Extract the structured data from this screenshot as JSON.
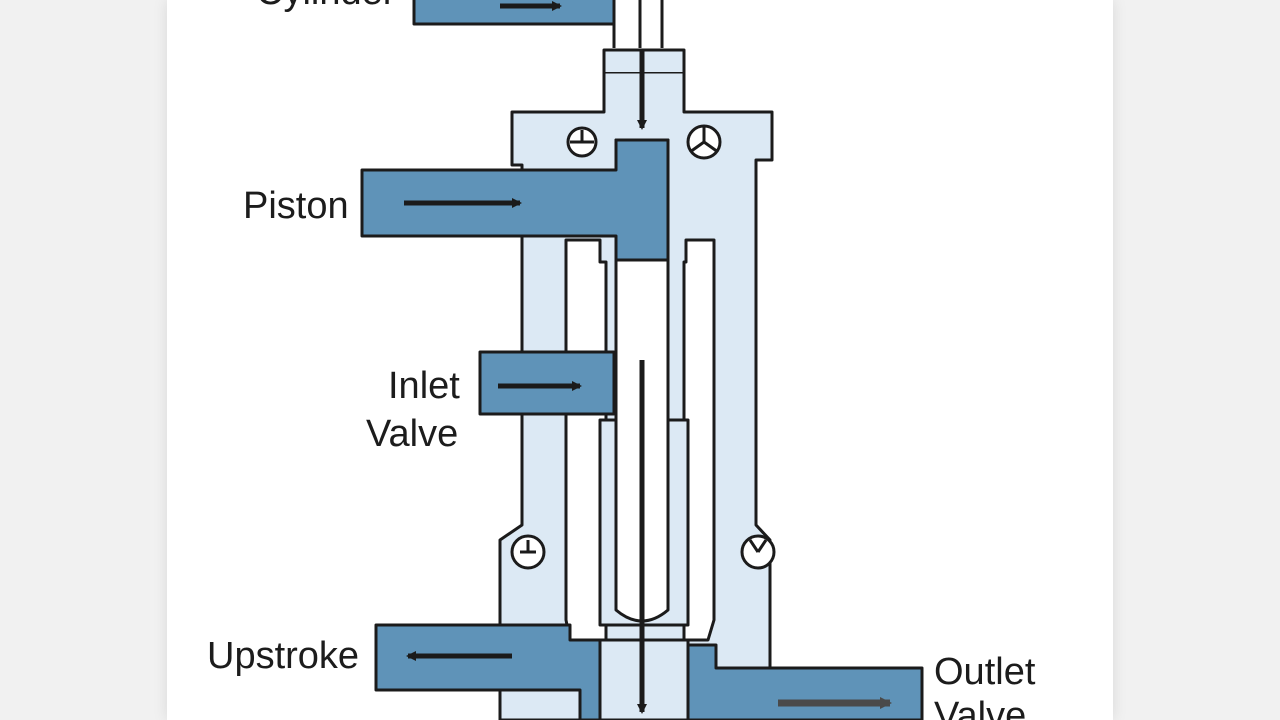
{
  "labels": {
    "cylinder": "Cylinder",
    "piston": "Piston",
    "inlet_line1": "Inlet",
    "inlet_line2": "Valve",
    "upstroke": "Upstroke",
    "outlet_line1": "Outlet",
    "outlet_line2": "Valve"
  },
  "colors": {
    "pipe_fill": "#5f93b8",
    "body_fill": "#dce9f4",
    "outline": "#1b1b1b",
    "arrow": "#1b1b1b",
    "outlet_arrow": "#4a4a4a",
    "sheet": "#ffffff",
    "background": "#f1f1f1"
  },
  "icons": [
    "gauge-icon",
    "gauge-icon",
    "gauge-icon",
    "gauge-icon"
  ]
}
